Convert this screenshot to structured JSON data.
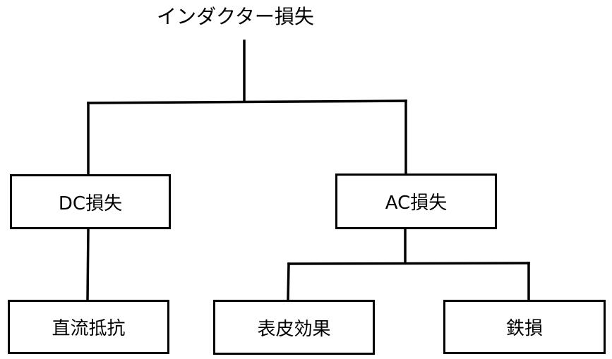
{
  "diagram": {
    "title": "インダクター損失",
    "nodes": {
      "dc_loss": "DC損失",
      "ac_loss": "AC損失",
      "dc_resistance": "直流抵抗",
      "skin_effect": "表皮効果",
      "iron_loss": "鉄損"
    },
    "edges": [
      [
        "title",
        "dc_loss"
      ],
      [
        "title",
        "ac_loss"
      ],
      [
        "dc_loss",
        "dc_resistance"
      ],
      [
        "ac_loss",
        "skin_effect"
      ],
      [
        "ac_loss",
        "iron_loss"
      ]
    ],
    "line_color": "#000000"
  }
}
